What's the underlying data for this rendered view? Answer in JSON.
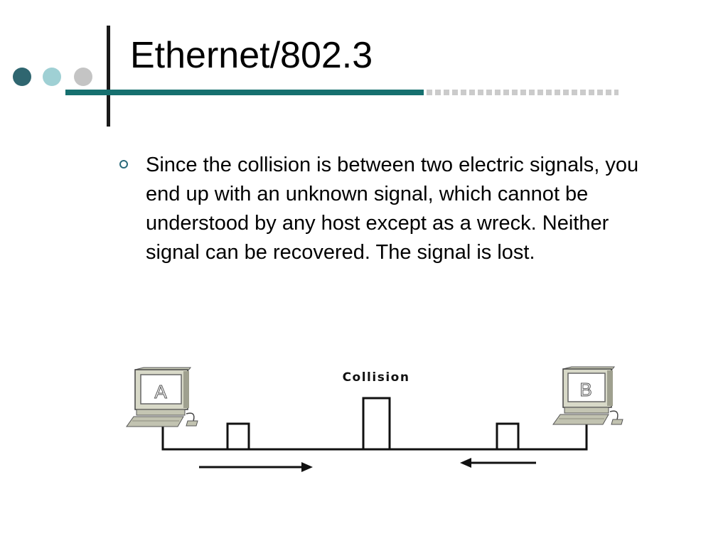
{
  "slide": {
    "title": "Ethernet/802.3",
    "bullet": "Since the collision is between two electric signals, you end up with an unknown signal, which cannot be understood by any host except as a wreck. Neither signal can be recovered. The signal is lost."
  },
  "diagram": {
    "collision_label": "Collision",
    "host_a_label": "A",
    "host_b_label": "B"
  },
  "colors": {
    "accent_teal": "#16706f",
    "dot_dark": "#2f6670",
    "dot_light": "#9fd0d4",
    "dot_gray": "#c4c4c4",
    "dotted_rule": "#cbcbcb",
    "bullet": "#2b6a7a"
  }
}
